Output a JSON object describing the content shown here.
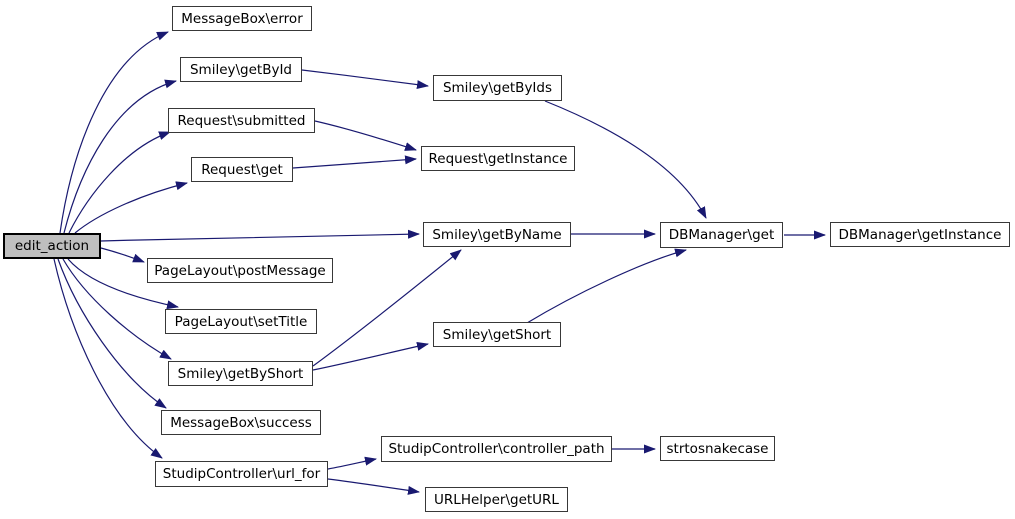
{
  "diagram": {
    "type": "call-graph",
    "background_color": "#ffffff",
    "edge_color": "#191970",
    "node_border_color": "#383838",
    "node_fill_color": "#ffffff",
    "highlight_fill_color": "#bfbfbf",
    "nodes": [
      {
        "id": "edit_action",
        "label": "edit_action",
        "highlighted": true
      },
      {
        "id": "messagebox_error",
        "label": "MessageBox\\error"
      },
      {
        "id": "smiley_getbyid",
        "label": "Smiley\\getById"
      },
      {
        "id": "request_submitted",
        "label": "Request\\submitted"
      },
      {
        "id": "request_get",
        "label": "Request\\get"
      },
      {
        "id": "smiley_getbyids",
        "label": "Smiley\\getByIds"
      },
      {
        "id": "request_getinstance",
        "label": "Request\\getInstance"
      },
      {
        "id": "smiley_getbyname",
        "label": "Smiley\\getByName"
      },
      {
        "id": "pagelayout_postmessage",
        "label": "PageLayout\\postMessage"
      },
      {
        "id": "pagelayout_settitle",
        "label": "PageLayout\\setTitle"
      },
      {
        "id": "smiley_getbyshort",
        "label": "Smiley\\getByShort"
      },
      {
        "id": "smiley_getshort",
        "label": "Smiley\\getShort"
      },
      {
        "id": "messagebox_success",
        "label": "MessageBox\\success"
      },
      {
        "id": "studipcontroller_url_for",
        "label": "StudipController\\url_for"
      },
      {
        "id": "studipcontroller_controller_path",
        "label": "StudipController\\controller_path"
      },
      {
        "id": "strtosnakecase",
        "label": "strtosnakecase"
      },
      {
        "id": "urlhelper_geturl",
        "label": "URLHelper\\getURL"
      },
      {
        "id": "dbmanager_get",
        "label": "DBManager\\get"
      },
      {
        "id": "dbmanager_getinstance",
        "label": "DBManager\\getInstance"
      }
    ],
    "edges": [
      {
        "from": "edit_action",
        "to": "messagebox_error"
      },
      {
        "from": "edit_action",
        "to": "smiley_getbyid"
      },
      {
        "from": "edit_action",
        "to": "request_submitted"
      },
      {
        "from": "edit_action",
        "to": "request_get"
      },
      {
        "from": "edit_action",
        "to": "smiley_getbyname"
      },
      {
        "from": "edit_action",
        "to": "pagelayout_postmessage"
      },
      {
        "from": "edit_action",
        "to": "pagelayout_settitle"
      },
      {
        "from": "edit_action",
        "to": "smiley_getbyshort"
      },
      {
        "from": "edit_action",
        "to": "messagebox_success"
      },
      {
        "from": "edit_action",
        "to": "studipcontroller_url_for"
      },
      {
        "from": "smiley_getbyid",
        "to": "smiley_getbyids"
      },
      {
        "from": "smiley_getbyids",
        "to": "dbmanager_get"
      },
      {
        "from": "request_submitted",
        "to": "request_getinstance"
      },
      {
        "from": "request_get",
        "to": "request_getinstance"
      },
      {
        "from": "smiley_getbyname",
        "to": "dbmanager_get"
      },
      {
        "from": "smiley_getbyshort",
        "to": "smiley_getbyname"
      },
      {
        "from": "smiley_getbyshort",
        "to": "smiley_getshort"
      },
      {
        "from": "smiley_getshort",
        "to": "dbmanager_get"
      },
      {
        "from": "dbmanager_get",
        "to": "dbmanager_getinstance"
      },
      {
        "from": "studipcontroller_url_for",
        "to": "studipcontroller_controller_path"
      },
      {
        "from": "studipcontroller_url_for",
        "to": "urlhelper_geturl"
      },
      {
        "from": "studipcontroller_controller_path",
        "to": "strtosnakecase"
      }
    ]
  }
}
